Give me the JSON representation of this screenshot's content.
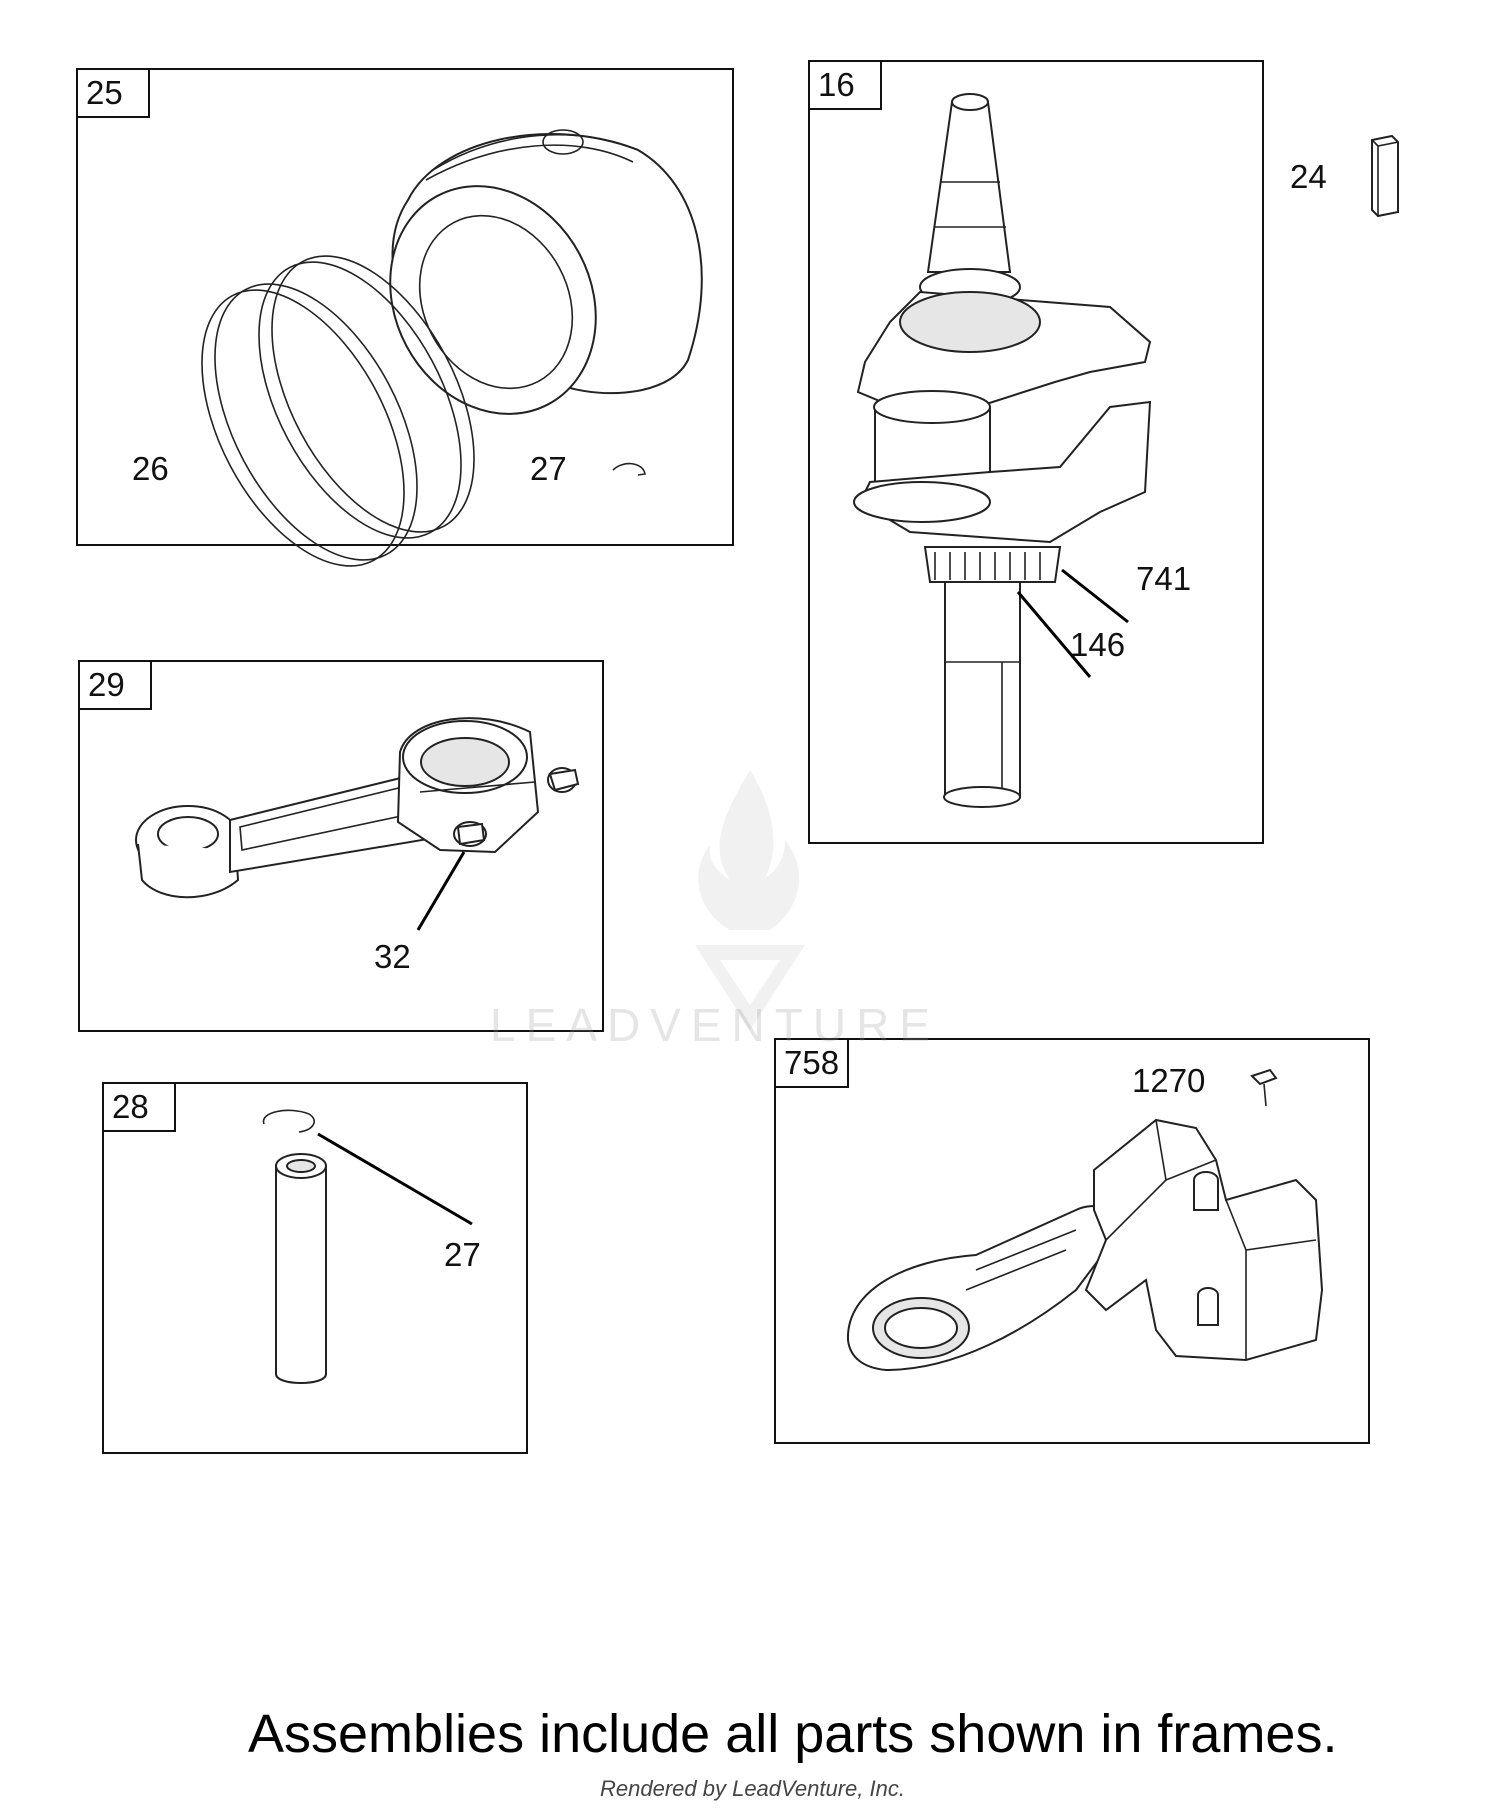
{
  "frames": [
    {
      "id": "25",
      "callouts": [
        "26",
        "27"
      ]
    },
    {
      "id": "16",
      "callouts": [
        "741",
        "146"
      ]
    },
    {
      "id": "29",
      "callouts": [
        "32"
      ]
    },
    {
      "id": "28",
      "callouts": [
        "27"
      ]
    },
    {
      "id": "758",
      "callouts": [
        "1270"
      ]
    }
  ],
  "loose_callouts": [
    "24"
  ],
  "footer_note": "Assemblies include all parts shown in frames.",
  "credit": "Rendered by LeadVenture, Inc.",
  "watermark_text": "LEADVENTURE",
  "colors": {
    "line": "#111111",
    "background": "#ffffff",
    "watermark": "#9a9a9a"
  }
}
